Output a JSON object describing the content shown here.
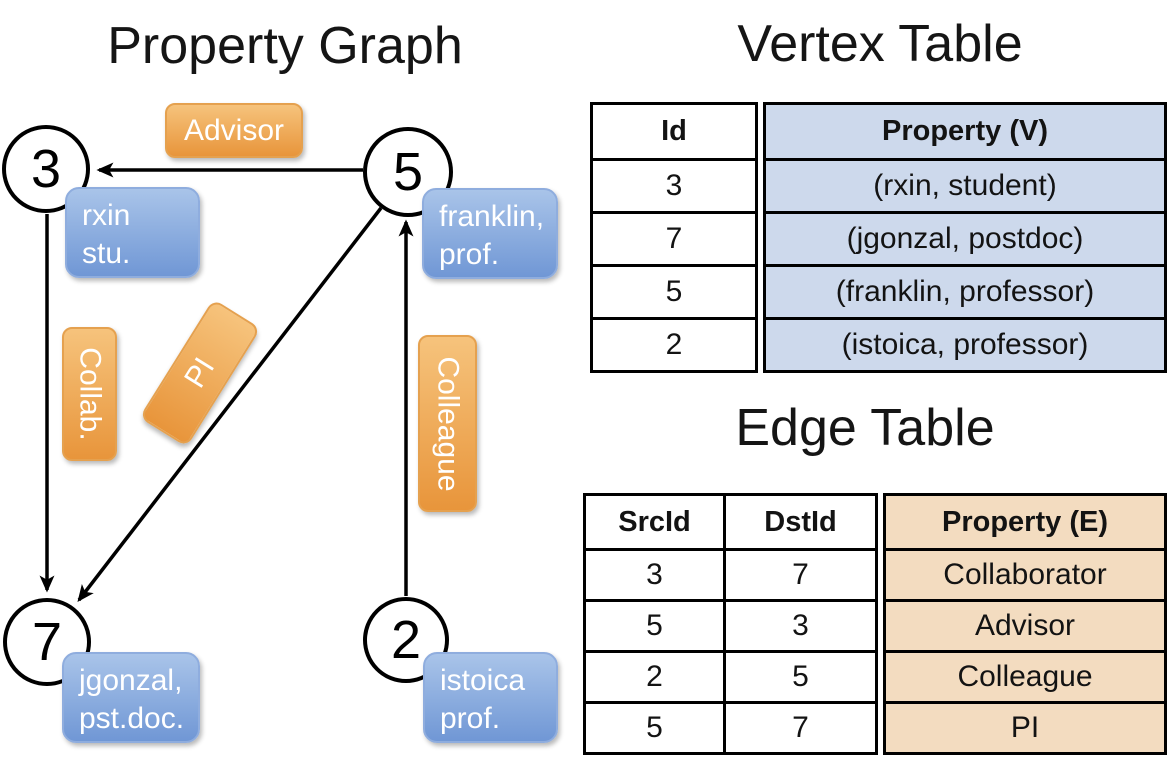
{
  "graph": {
    "title": "Property Graph",
    "nodes": [
      {
        "id": "3"
      },
      {
        "id": "5"
      },
      {
        "id": "7"
      },
      {
        "id": "2"
      }
    ],
    "property_boxes": [
      {
        "line1": "rxin",
        "line2": "stu."
      },
      {
        "line1": "franklin,",
        "line2": "prof."
      },
      {
        "line1": "jgonzal,",
        "line2": "pst.doc."
      },
      {
        "line1": "istoica",
        "line2": "prof."
      }
    ],
    "edge_labels": {
      "advisor": "Advisor",
      "collab": "Collab.",
      "pi": "PI",
      "colleague": "Colleague"
    }
  },
  "vertex_table": {
    "title": "Vertex Table",
    "id_header": "Id",
    "property_header": "Property (V)",
    "rows": [
      {
        "id": "3",
        "property": "(rxin, student)"
      },
      {
        "id": "7",
        "property": "(jgonzal, postdoc)"
      },
      {
        "id": "5",
        "property": "(franklin, professor)"
      },
      {
        "id": "2",
        "property": "(istoica, professor)"
      }
    ]
  },
  "edge_table": {
    "title": "Edge Table",
    "src_header": "SrcId",
    "dst_header": "DstId",
    "property_header": "Property (E)",
    "rows": [
      {
        "src": "3",
        "dst": "7",
        "property": "Collaborator"
      },
      {
        "src": "5",
        "dst": "3",
        "property": "Advisor"
      },
      {
        "src": "2",
        "dst": "5",
        "property": "Colleague"
      },
      {
        "src": "5",
        "dst": "7",
        "property": "PI"
      }
    ]
  },
  "colors": {
    "vertex_property_bg": "#cdd9ec",
    "edge_property_bg": "#f3dcc0",
    "orange_label_top": "#f6c37c",
    "orange_label_bottom": "#e8953b",
    "blue_box_top": "#a9c4e9",
    "blue_box_bottom": "#7097d5",
    "line_color": "#000000"
  }
}
